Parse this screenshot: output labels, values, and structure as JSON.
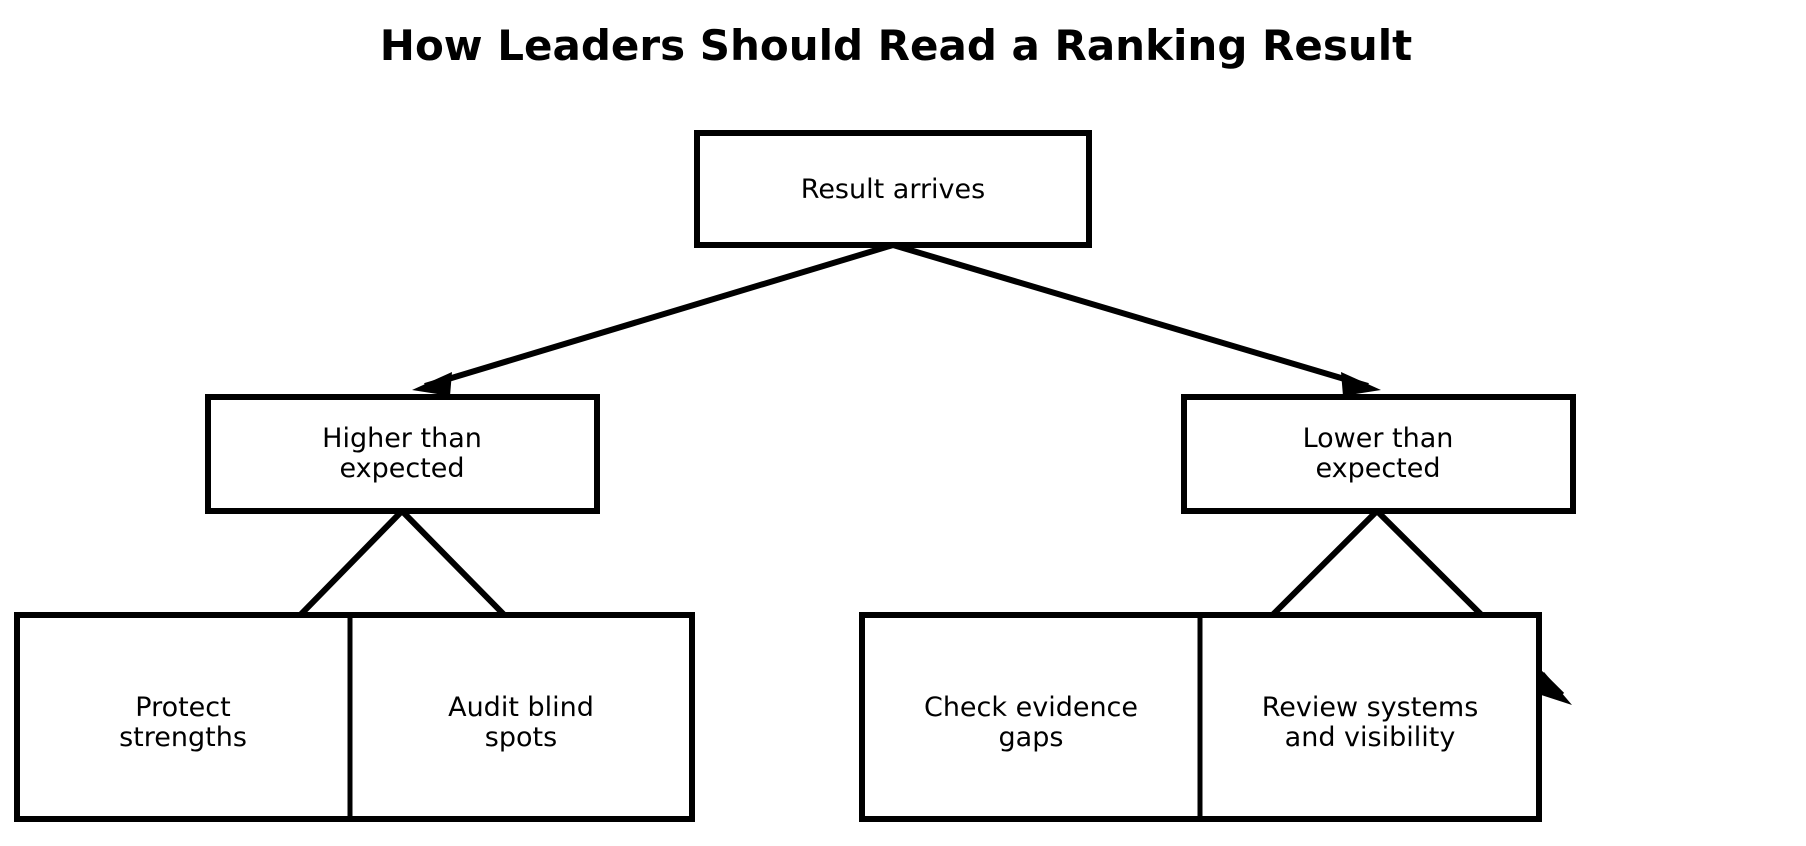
{
  "title": "How Leaders Should Read a Ranking Result",
  "diagram": {
    "type": "flowchart",
    "orientation": "top-down",
    "background_color": "#ffffff",
    "line_color": "#000000",
    "box_fill": "#ffffff",
    "root": {
      "label": "Result arrives"
    },
    "branches": [
      {
        "label_line1": "Higher than",
        "label_line2": "expected",
        "children": [
          {
            "label_line1": "Protect",
            "label_line2": "strengths"
          },
          {
            "label_line1": "Audit blind",
            "label_line2": "spots"
          }
        ]
      },
      {
        "label_line1": "Lower than",
        "label_line2": "expected",
        "children": [
          {
            "label_line1": "Check evidence",
            "label_line2": "gaps"
          },
          {
            "label_line1": "Review systems",
            "label_line2": "and visibility"
          }
        ]
      }
    ]
  }
}
